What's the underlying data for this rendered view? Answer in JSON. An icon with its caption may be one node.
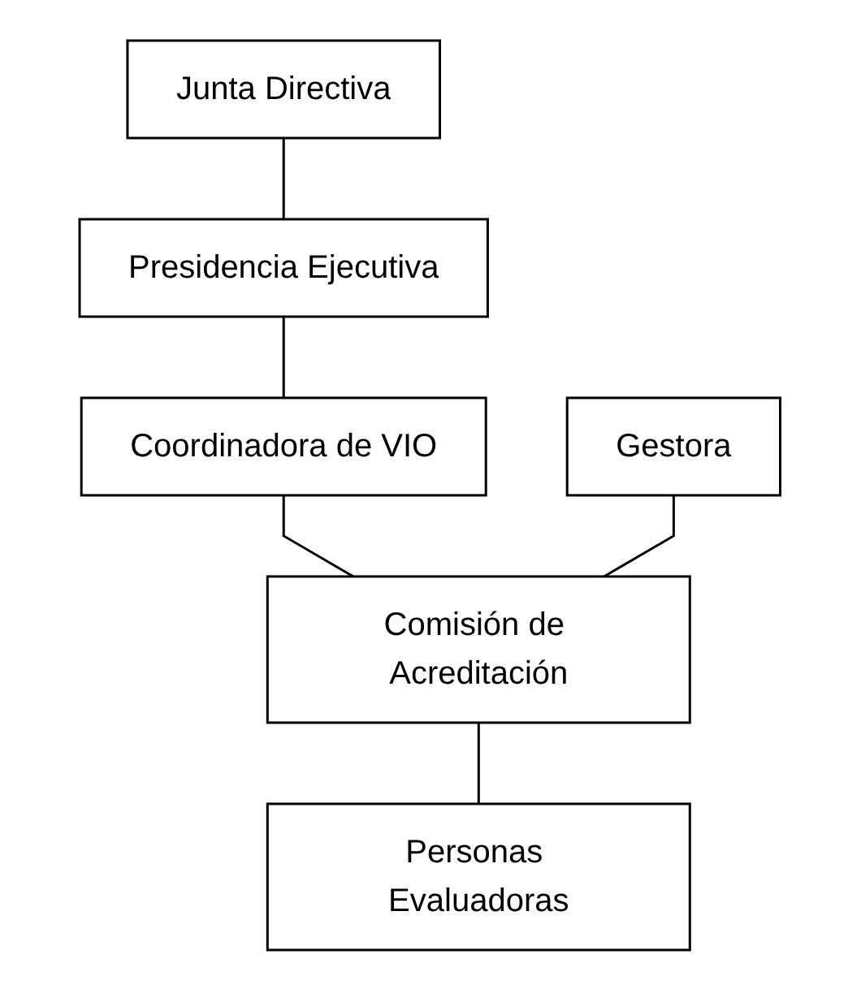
{
  "diagram": {
    "nodes": [
      {
        "text": [
          "Junta Directiva"
        ]
      },
      {
        "text": [
          "Presidencia Ejecutiva"
        ]
      },
      {
        "text": [
          "Coordinadora de VIO"
        ]
      },
      {
        "text": [
          "Comisión de Acreditación"
        ]
      },
      {
        "text": [
          "Gestora"
        ]
      },
      {
        "text": [
          "Personas Evaluadoras"
        ]
      }
    ],
    "edges": [
      {
        "from": 0,
        "to": 1,
        "arrow": "none"
      },
      {
        "from": 1,
        "to": 2,
        "arrow": "none"
      },
      {
        "from": 2,
        "to": 3,
        "arrow": "none"
      },
      {
        "from": 3,
        "to": 5,
        "arrow": "none"
      },
      {
        "from": 4,
        "to": 3,
        "arrow": "none"
      }
    ]
  }
}
